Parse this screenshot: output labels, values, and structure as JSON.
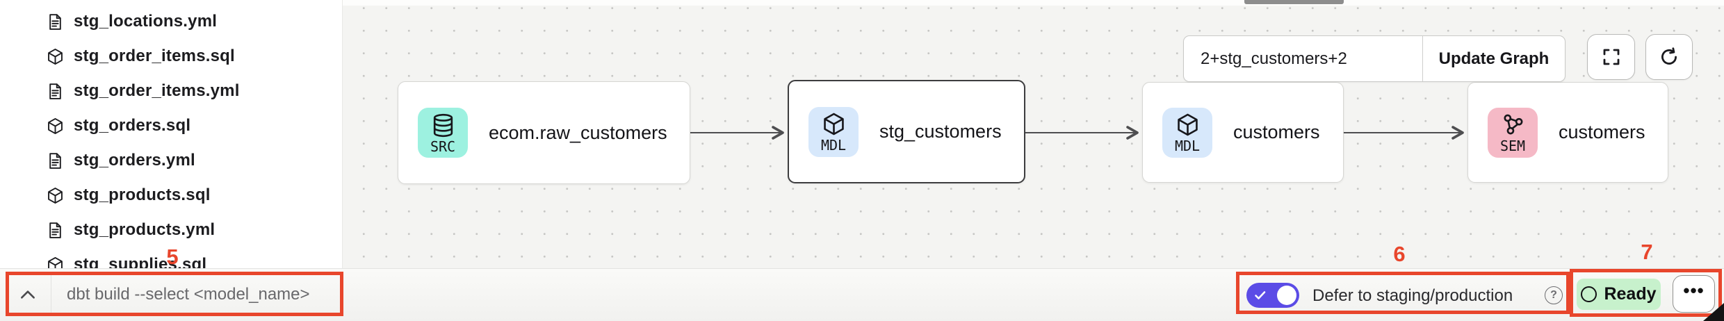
{
  "sidebar": {
    "files": [
      {
        "name": "stg_locations.yml",
        "type": "yml"
      },
      {
        "name": "stg_order_items.sql",
        "type": "sql"
      },
      {
        "name": "stg_order_items.yml",
        "type": "yml"
      },
      {
        "name": "stg_orders.sql",
        "type": "sql"
      },
      {
        "name": "stg_orders.yml",
        "type": "yml"
      },
      {
        "name": "stg_products.sql",
        "type": "sql"
      },
      {
        "name": "stg_products.yml",
        "type": "yml"
      },
      {
        "name": "stg_supplies.sql",
        "type": "sql"
      }
    ]
  },
  "lineage": {
    "selector": {
      "value": "2+stg_customers+2",
      "update_label": "Update Graph"
    },
    "nodes": [
      {
        "badge": "SRC",
        "label": "ecom.raw_customers",
        "badge_color": "#9df1e0",
        "selected": false
      },
      {
        "badge": "MDL",
        "label": "stg_customers",
        "badge_color": "#d7e8fb",
        "selected": true
      },
      {
        "badge": "MDL",
        "label": "customers",
        "badge_color": "#d7e8fb",
        "selected": false
      },
      {
        "badge": "SEM",
        "label": "customers",
        "badge_color": "#f5b9c6",
        "selected": false
      }
    ]
  },
  "bottom_bar": {
    "command_placeholder": "dbt build --select <model_name>",
    "defer_label": "Defer to staging/production",
    "defer_enabled": true,
    "status_label": "Ready",
    "menu_label": "•••"
  },
  "annotations": {
    "color": "#e8462c",
    "labels": [
      "5",
      "6",
      "7"
    ]
  }
}
